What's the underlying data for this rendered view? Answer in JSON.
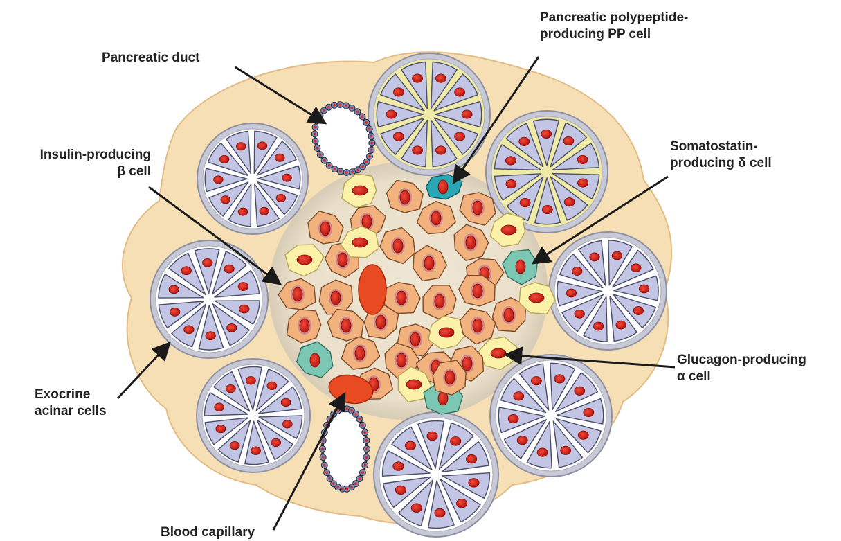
{
  "labels": {
    "pancreatic_duct": "Pancreatic duct",
    "pp_cell_line1": "Pancreatic polypeptide-",
    "pp_cell_line2": "producing PP cell",
    "beta_cell_line1": "Insulin-producing",
    "beta_cell_line2": "β cell",
    "delta_cell_line1": "Somatostatin-",
    "delta_cell_line2": "producing δ cell",
    "alpha_cell_line1": "Glucagon-producing",
    "alpha_cell_line2": "α cell",
    "acinar_line1": "Exocrine",
    "acinar_line2": "acinar cells",
    "capillary": "Blood capillary"
  },
  "colors": {
    "tissue": "#f6dfb4",
    "islet": "#ece3d0",
    "beta_cell": "#f2b27e",
    "alpha_cell": "#fbf1a8",
    "delta_cell": "#7cc7b4",
    "pp_cell": "#2aa7b4",
    "nucleus": "#d8261c",
    "acinus_rim": "#c8c9d6",
    "acinus_yellow": "#efeaa6",
    "acinar_cell": "#c2c6e4",
    "capillary": "#e84a22",
    "arrow": "#1a1a1a"
  }
}
